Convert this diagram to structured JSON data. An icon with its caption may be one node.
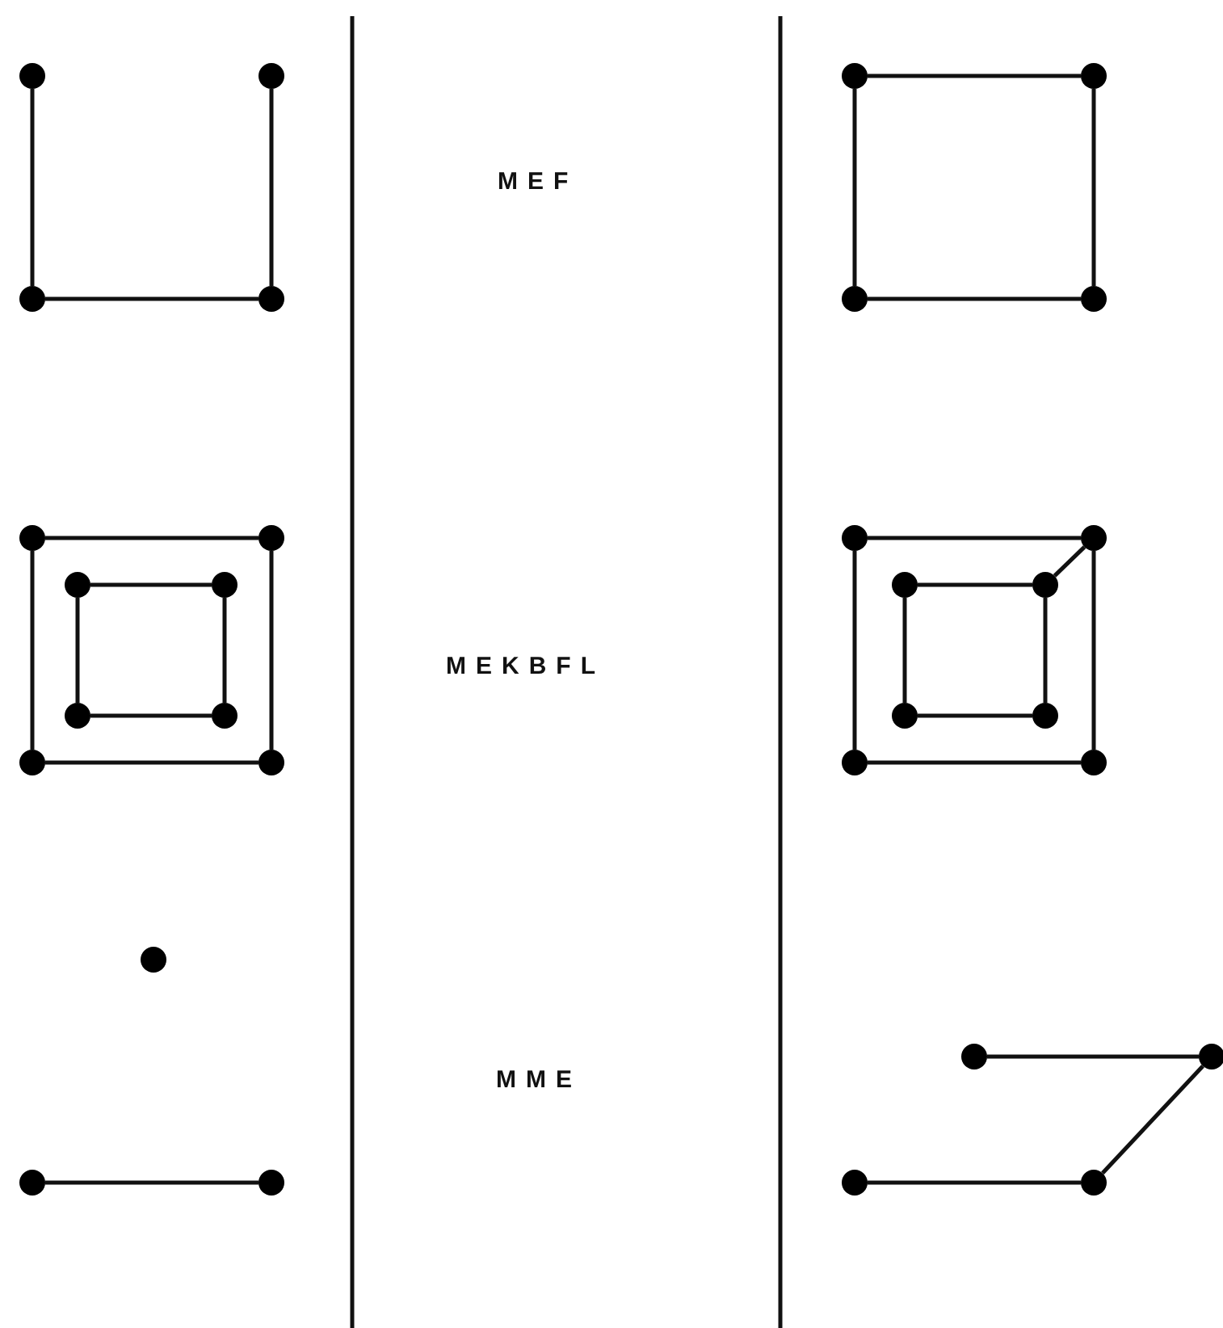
{
  "diagram": {
    "nodes": [
      {
        "text": [],
        "shape": "circle"
      },
      {
        "text": [],
        "shape": "circle"
      },
      {
        "text": [],
        "shape": "circle"
      },
      {
        "text": [],
        "shape": "circle"
      },
      {
        "text": [],
        "shape": "circle"
      },
      {
        "text": [],
        "shape": "circle"
      },
      {
        "text": [],
        "shape": "circle"
      },
      {
        "text": [],
        "shape": "circle"
      },
      {
        "text": [],
        "shape": "circle"
      },
      {
        "text": [],
        "shape": "circle"
      },
      {
        "text": [],
        "shape": "circle"
      },
      {
        "text": [],
        "shape": "circle"
      },
      {
        "text": [],
        "shape": "circle"
      },
      {
        "text": [],
        "shape": "circle"
      },
      {
        "text": [],
        "shape": "circle"
      },
      {
        "text": [],
        "shape": "circle"
      },
      {
        "text": [],
        "shape": "circle"
      },
      {
        "text": [],
        "shape": "circle"
      },
      {
        "text": [],
        "shape": "circle"
      },
      {
        "text": [],
        "shape": "circle"
      },
      {
        "text": [],
        "shape": "circle"
      },
      {
        "text": [],
        "shape": "circle"
      },
      {
        "text": [],
        "shape": "circle"
      },
      {
        "text": [],
        "shape": "circle"
      },
      {
        "text": [],
        "shape": "circle"
      },
      {
        "text": [],
        "shape": "circle"
      },
      {
        "text": [],
        "shape": "circle"
      },
      {
        "text": [],
        "shape": "circle"
      },
      {
        "text": [],
        "shape": "circle"
      },
      {
        "text": [],
        "shape": "circle"
      },
      {
        "text": [],
        "shape": "circle"
      }
    ],
    "edges": [
      {
        "from": 0,
        "to": 2,
        "arrow": "none"
      },
      {
        "from": 2,
        "to": 3,
        "arrow": "none"
      },
      {
        "from": 3,
        "to": 1,
        "arrow": "none"
      },
      {
        "from": 4,
        "to": 5,
        "arrow": "none"
      },
      {
        "from": 4,
        "to": 6,
        "arrow": "none"
      },
      {
        "from": 5,
        "to": 7,
        "arrow": "none"
      },
      {
        "from": 6,
        "to": 7,
        "arrow": "none"
      },
      {
        "from": 8,
        "to": 9,
        "arrow": "none"
      },
      {
        "from": 8,
        "to": 14,
        "arrow": "none"
      },
      {
        "from": 9,
        "to": 15,
        "arrow": "none"
      },
      {
        "from": 14,
        "to": 15,
        "arrow": "none"
      },
      {
        "from": 10,
        "to": 11,
        "arrow": "none"
      },
      {
        "from": 10,
        "to": 12,
        "arrow": "none"
      },
      {
        "from": 11,
        "to": 13,
        "arrow": "none"
      },
      {
        "from": 12,
        "to": 13,
        "arrow": "none"
      },
      {
        "from": 16,
        "to": 17,
        "arrow": "none"
      },
      {
        "from": 16,
        "to": 22,
        "arrow": "none"
      },
      {
        "from": 17,
        "to": 23,
        "arrow": "none"
      },
      {
        "from": 22,
        "to": 23,
        "arrow": "none"
      },
      {
        "from": 18,
        "to": 19,
        "arrow": "none"
      },
      {
        "from": 18,
        "to": 20,
        "arrow": "none"
      },
      {
        "from": 19,
        "to": 21,
        "arrow": "none"
      },
      {
        "from": 20,
        "to": 21,
        "arrow": "none"
      },
      {
        "from": 19,
        "to": 17,
        "arrow": "none"
      },
      {
        "from": 25,
        "to": 26,
        "arrow": "none"
      },
      {
        "from": 27,
        "to": 28,
        "arrow": "none"
      },
      {
        "from": 28,
        "to": 30,
        "arrow": "none"
      },
      {
        "from": 30,
        "to": 29,
        "arrow": "none"
      }
    ],
    "labels": [
      "MEF",
      "MEKBFL",
      "MME"
    ]
  }
}
